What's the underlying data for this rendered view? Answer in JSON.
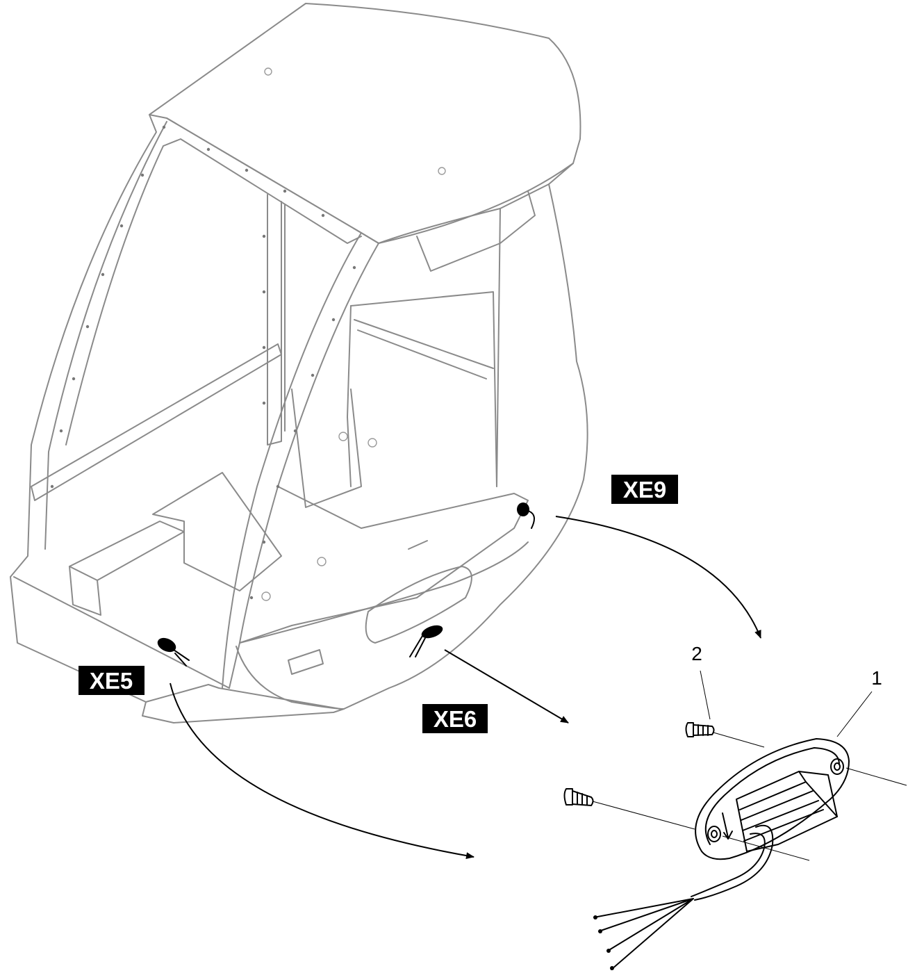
{
  "connectors": [
    {
      "id": "xe9",
      "label": "XE9"
    },
    {
      "id": "xe6",
      "label": "XE6"
    },
    {
      "id": "xe5",
      "label": "XE5"
    }
  ],
  "callouts": [
    {
      "id": "item-1",
      "label": "1"
    },
    {
      "id": "item-2",
      "label": "2"
    }
  ],
  "colors": {
    "cab_outline": "#8a8a8a",
    "part_outline": "#000000",
    "label_background": "#000000",
    "label_text": "#ffffff"
  }
}
